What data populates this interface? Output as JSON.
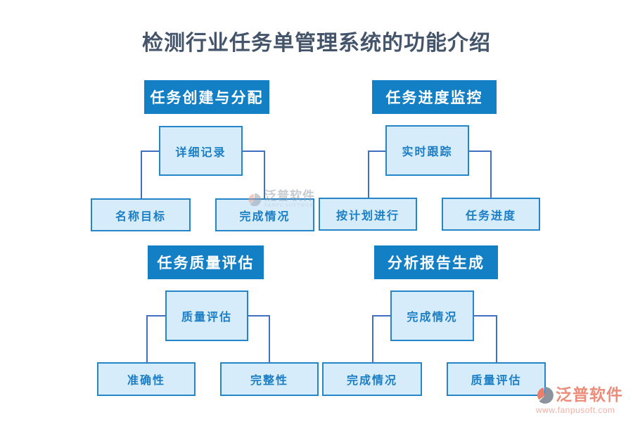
{
  "title": "检测行业任务单管理系统的功能介绍",
  "sections": [
    {
      "header": "任务创建与分配",
      "parent": "详细记录",
      "children": [
        "名称目标",
        "完成情况"
      ]
    },
    {
      "header": "任务进度监控",
      "parent": "实时跟踪",
      "children": [
        "按计划进行",
        "任务进度"
      ]
    },
    {
      "header": "任务质量评估",
      "parent": "质量评估",
      "children": [
        "准确性",
        "完整性"
      ]
    },
    {
      "header": "分析报告生成",
      "parent": "完成情况",
      "children": [
        "完成情况",
        "质量评估"
      ]
    }
  ],
  "watermark": {
    "name": "泛普软件",
    "subtext": "FANPU SOFTWARE"
  },
  "logo": {
    "name": "泛普软件",
    "url": "www.fanpusoft.com"
  },
  "colors": {
    "header_bg": "#137fc4",
    "node_fill": "#d6ecfb",
    "node_border": "#2485c8",
    "node_text": "#1b7ec5",
    "connector": "#4170c0",
    "title_text": "#44546a",
    "logo_accent": "#ec8c79"
  }
}
